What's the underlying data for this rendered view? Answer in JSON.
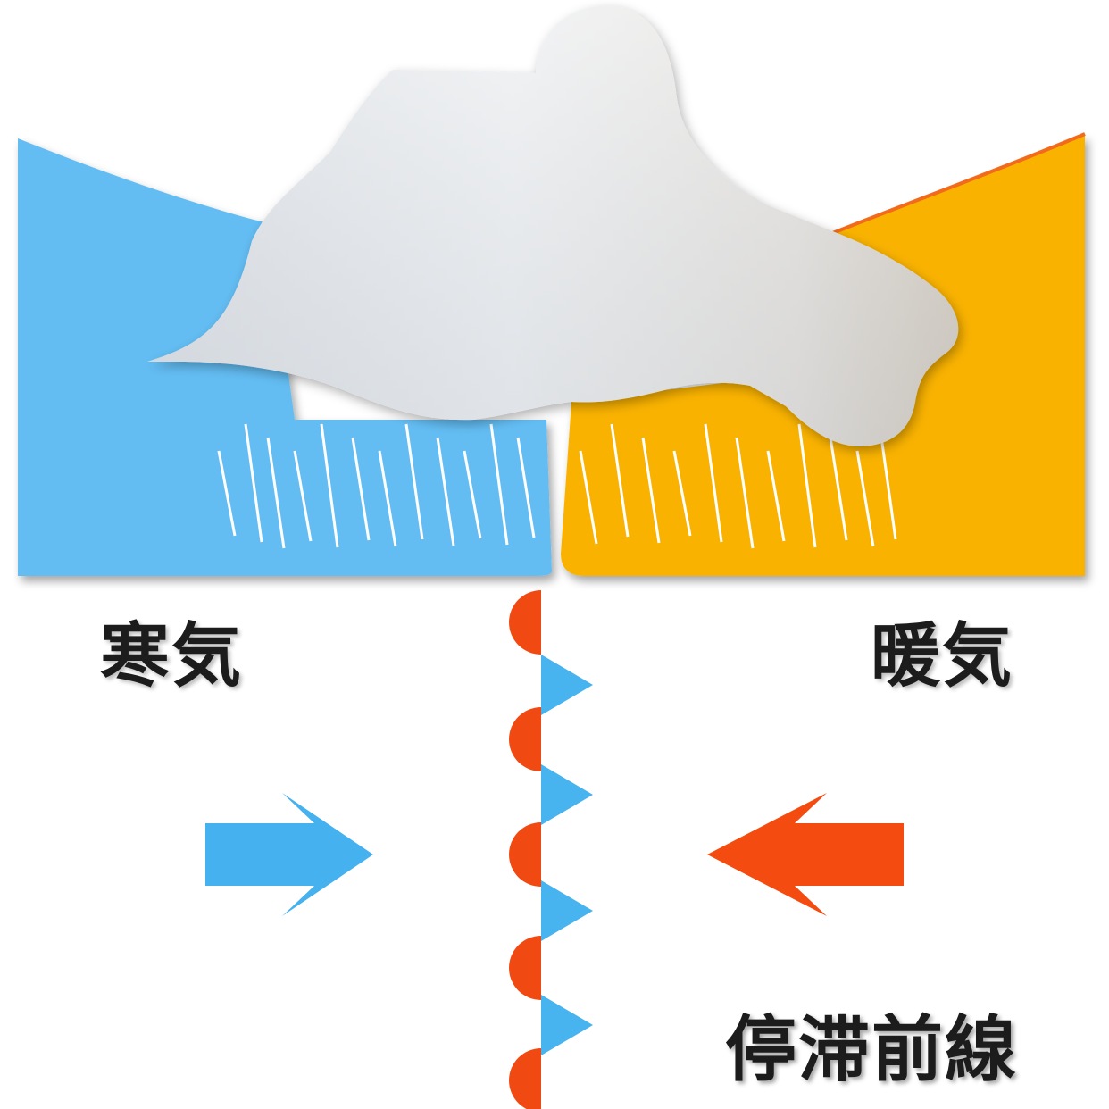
{
  "labels": {
    "cold_air": "寒気",
    "warm_air": "暖気",
    "stationary_front": "停滞前線"
  },
  "colors": {
    "cold_air": "#63bdf3",
    "warm_air": "#f9b200",
    "warm_air_edge": "#f26a1b",
    "front_semicircle": "#f04a12",
    "front_triangle": "#47b3ef",
    "cloud": "#e3e6ea",
    "cold_arrow": "#45b1ef",
    "warm_arrow": "#f44c10",
    "rain": "#ffffff"
  },
  "icons": {
    "cold_arrow": "arrow-right-icon",
    "warm_arrow": "arrow-left-icon"
  }
}
